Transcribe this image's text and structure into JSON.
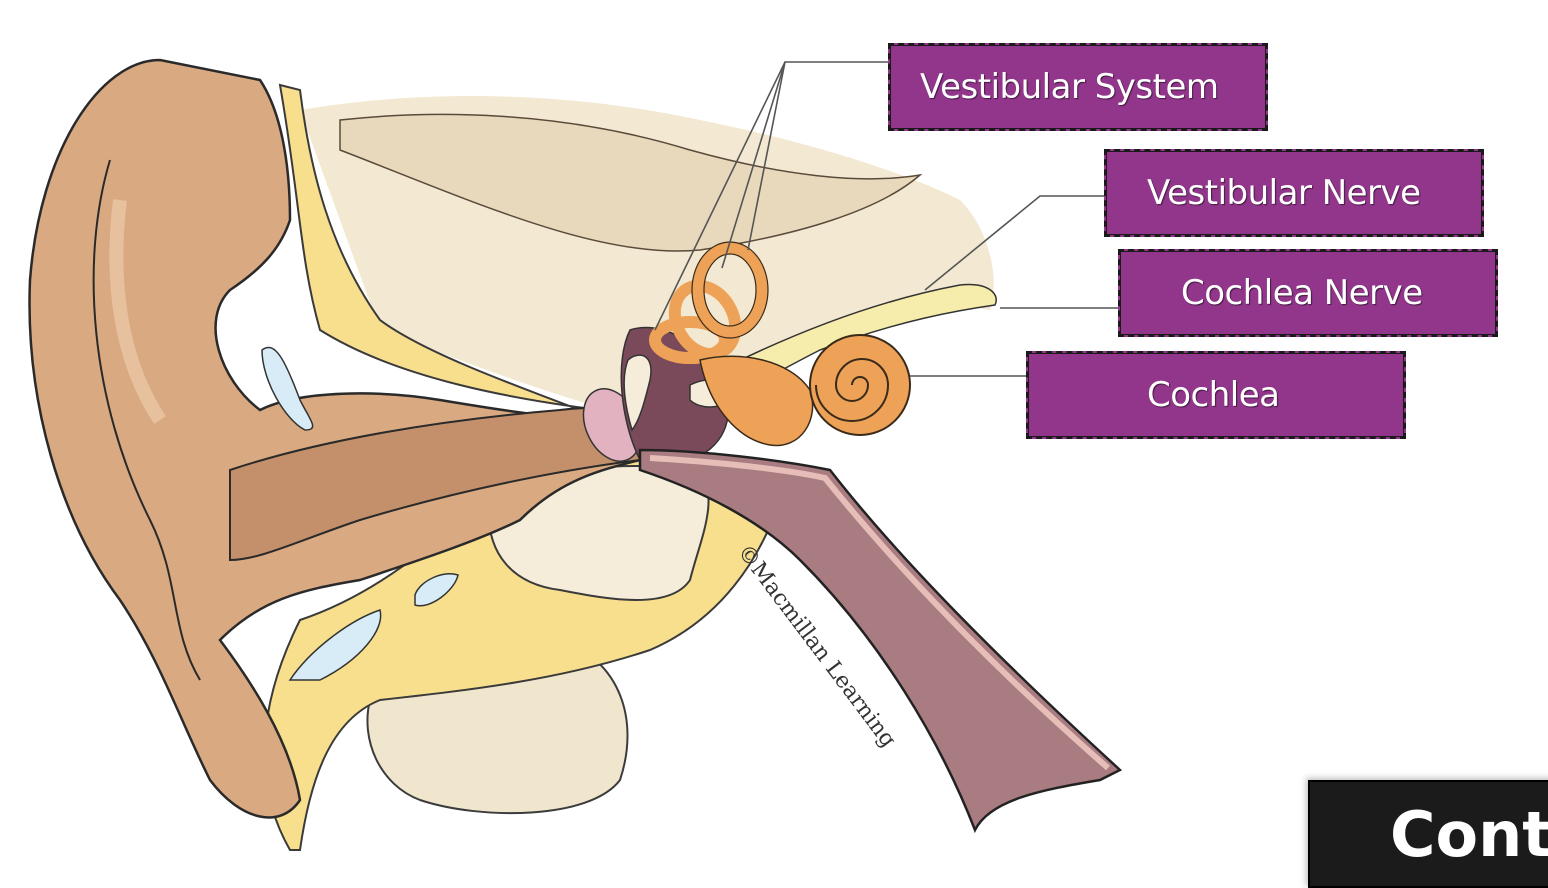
{
  "diagram": {
    "subject": "Human ear anatomy (outer, middle, and inner ear cross-section)",
    "credit": "©Macmillan Learning",
    "labels": [
      {
        "id": "vestibular-system",
        "text": "Vestibular System"
      },
      {
        "id": "vestibular-nerve",
        "text": "Vestibular Nerve"
      },
      {
        "id": "cochlea-nerve",
        "text": "Cochlea Nerve"
      },
      {
        "id": "cochlea",
        "text": "Cochlea"
      }
    ],
    "colors": {
      "label_fill": "#92368b",
      "label_text": "#ffffff",
      "button_fill": "#1b1b1b",
      "skin": "#d9a982",
      "cartilage": "#f7df8e",
      "bone": "#f5ecd9",
      "inner_ear": "#eda257",
      "nerve": "#f6ecac",
      "canal_dark": "#8b5e69"
    }
  },
  "continue_button": {
    "label": "Conti"
  }
}
